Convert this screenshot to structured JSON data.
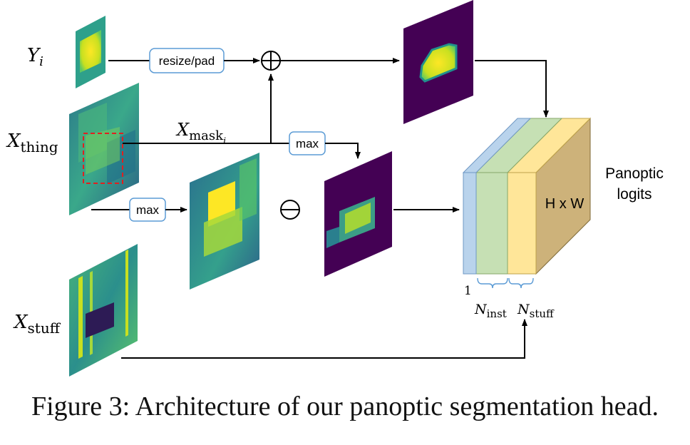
{
  "labels": {
    "y_i": {
      "base": "Y",
      "sub": "i"
    },
    "x_thing": {
      "base": "X",
      "sub": "thing"
    },
    "x_stuff": {
      "base": "X",
      "sub": "stuff"
    },
    "x_mask": {
      "base": "X",
      "sub": "mask",
      "subsub": "i"
    }
  },
  "ops": {
    "resize_pad": "resize/pad",
    "max_top": "max",
    "max_bottom": "max",
    "plus_symbol": "⊕",
    "minus_symbol": "⊖"
  },
  "logits": {
    "title_line1": "Panoptic",
    "title_line2": "logits",
    "size_label": "H x W",
    "dim_one": "1",
    "dim_inst": {
      "base": "N",
      "sub": "inst"
    },
    "dim_stuff": {
      "base": "N",
      "sub": "stuff"
    },
    "colors": {
      "layer1": "#b9d3ec",
      "layer2": "#c6e0b4",
      "layer3": "#ffe699",
      "back": "#cdb27a"
    }
  },
  "colormap": {
    "low": "#440154",
    "mid": "#21918c",
    "high": "#fde725"
  },
  "caption": "Figure 3: Architecture of our panoptic segmentation head."
}
